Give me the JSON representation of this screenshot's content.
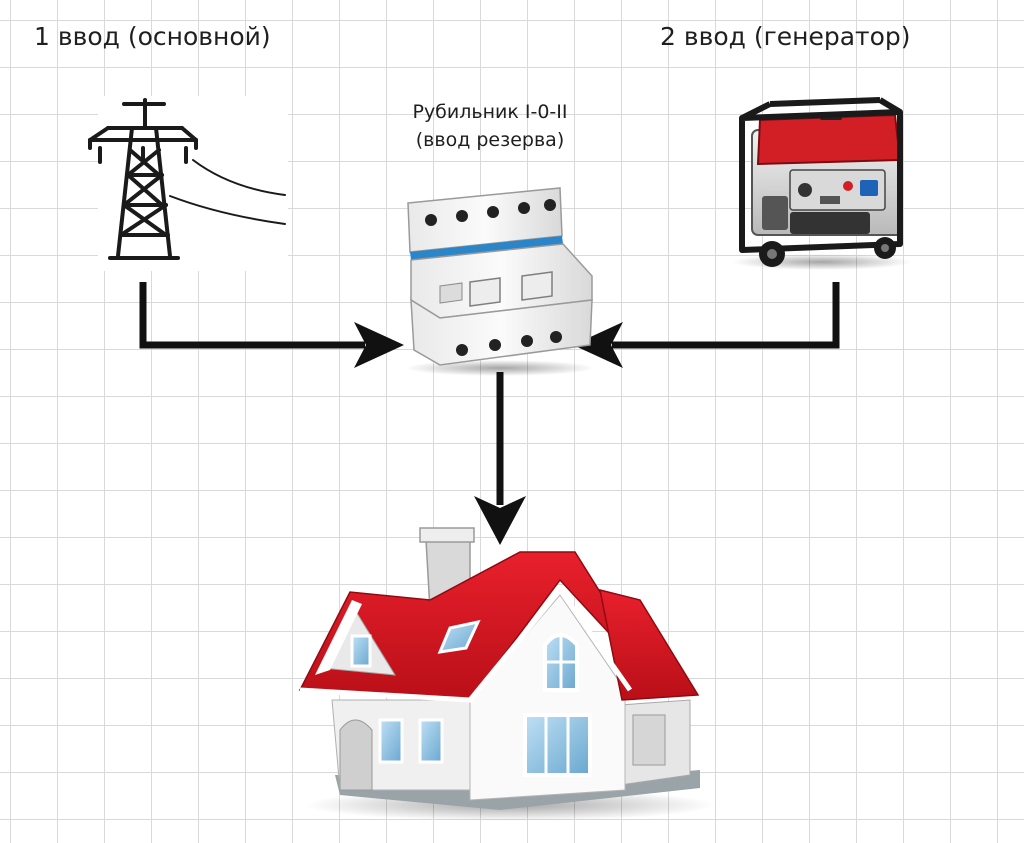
{
  "diagram": {
    "input1_label": "1 ввод (основной)",
    "input2_label": "2 ввод (генератор)",
    "switch_label_line1": "Рубильник I-0-II",
    "switch_label_line2": "(ввод резерва)"
  },
  "nodes": [
    {
      "id": "power-tower",
      "icon": "power-line-tower-icon"
    },
    {
      "id": "transfer-switch",
      "icon": "circuit-breaker-icon"
    },
    {
      "id": "generator",
      "icon": "generator-icon"
    },
    {
      "id": "house",
      "icon": "house-icon"
    }
  ],
  "edges": [
    {
      "from": "power-tower",
      "to": "transfer-switch"
    },
    {
      "from": "generator",
      "to": "transfer-switch"
    },
    {
      "from": "transfer-switch",
      "to": "house"
    }
  ],
  "colors": {
    "grid": "#d9d9d9",
    "arrow": "#111111",
    "roof": "#d7141f",
    "generator_frame": "#d21f26"
  }
}
